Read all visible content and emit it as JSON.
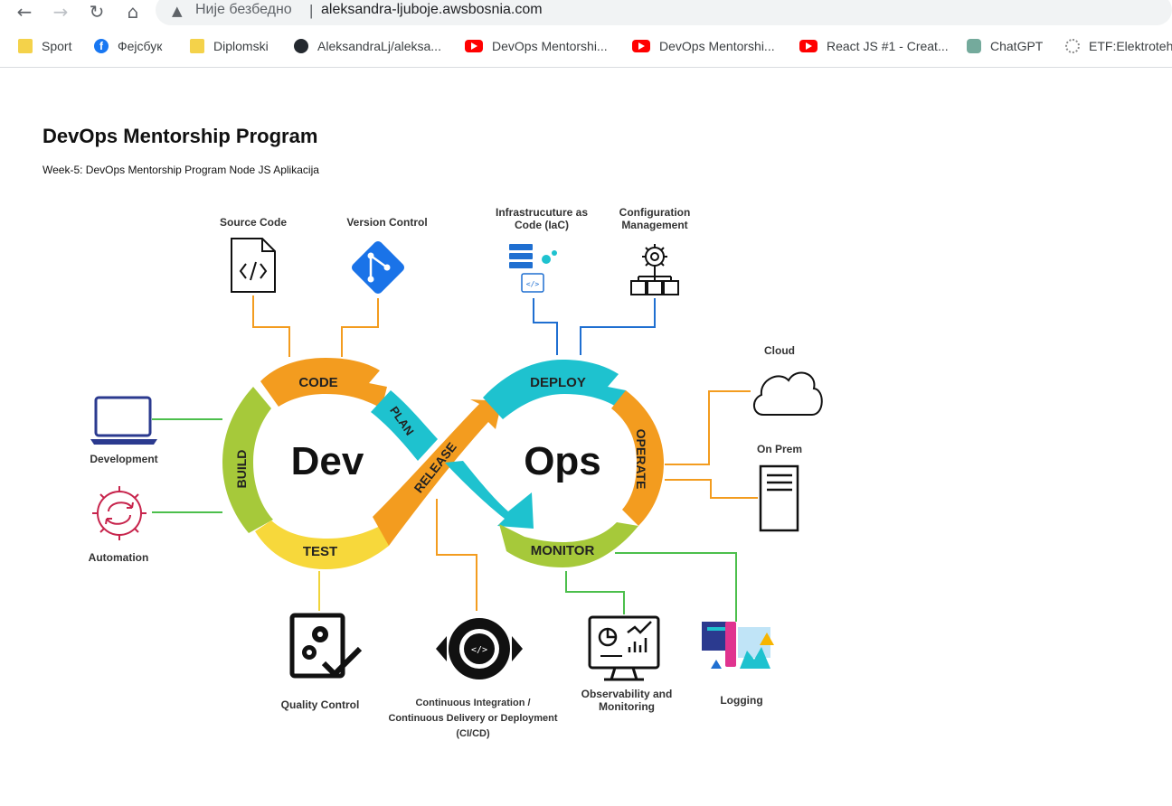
{
  "browser": {
    "back_icon": "arrow-left-icon",
    "forward_icon": "arrow-right-icon",
    "reload_icon": "reload-icon",
    "home_icon": "home-icon",
    "security_icon": "warning-triangle-icon",
    "security_text": "Није безбедно",
    "separator": "|",
    "url": "aleksandra-ljuboje.awsbosnia.com"
  },
  "bookmarks": [
    {
      "label": "Sport",
      "icon": "folder-icon"
    },
    {
      "label": "Фејсбук",
      "icon": "facebook-icon"
    },
    {
      "label": "Diplomski",
      "icon": "folder-icon"
    },
    {
      "label": "AleksandraLj/aleksa...",
      "icon": "github-icon"
    },
    {
      "label": "DevOps Mentorshi...",
      "icon": "youtube-icon"
    },
    {
      "label": "DevOps Mentorshi...",
      "icon": "youtube-icon"
    },
    {
      "label": "React JS #1 - Creat...",
      "icon": "youtube-icon"
    },
    {
      "label": "ChatGPT",
      "icon": "chatgpt-icon"
    },
    {
      "label": "ETF:Elektroteh",
      "icon": "etf-icon"
    }
  ],
  "page": {
    "title": "DevOps Mentorship Program",
    "subtitle": "Week-5: DevOps Mentorship Program Node JS Aplikacija"
  },
  "diagram": {
    "loop": {
      "dev": "Dev",
      "ops": "Ops",
      "code": "CODE",
      "plan": "PLAN",
      "build": "BUILD",
      "test": "TEST",
      "release": "RELEASE",
      "deploy": "DEPLOY",
      "operate": "OPERATE",
      "monitor": "MONITOR"
    },
    "labels": {
      "source_code": "Source Code",
      "version_control": "Version Control",
      "iac_line1": "Infrastrucuture as",
      "iac_line2": "Code (IaC)",
      "config_line1": "Configuration",
      "config_line2": "Management",
      "cloud": "Cloud",
      "on_prem": "On Prem",
      "development": "Development",
      "automation": "Automation",
      "quality_control": "Quality Control",
      "cicd_line1": "Continuous Integration /",
      "cicd_line2": "Continuous Delivery or Deployment",
      "cicd_line3": "(CI/CD)",
      "observability_line1": "Observability and",
      "observability_line2": "Monitoring",
      "logging": "Logging"
    },
    "colors": {
      "code": "#f39c1f",
      "plan": "#1ec2cf",
      "build": "#a6c93a",
      "test": "#f7d83b",
      "release": "#f39c1f",
      "deploy": "#1ec2cf",
      "operate": "#f39c1f",
      "monitor": "#a6c93a",
      "line_orange": "#f39c1f",
      "line_blue": "#1f6fd1",
      "line_green": "#4cbf4c",
      "line_yellow": "#f0d43a"
    }
  }
}
